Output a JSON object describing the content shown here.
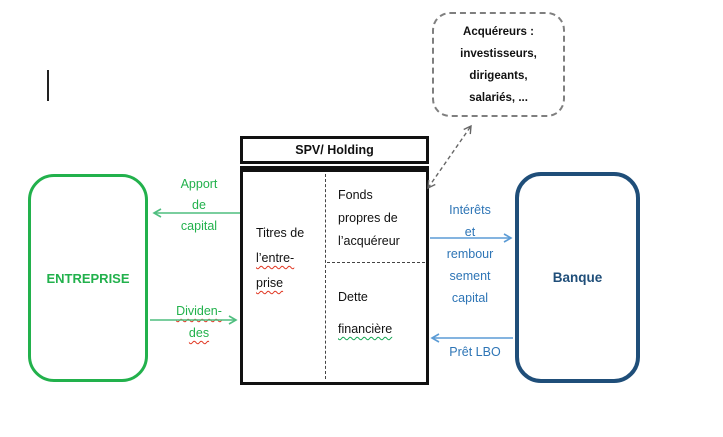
{
  "colors": {
    "green": "#22b14c",
    "green_arrow": "#4fbe7f",
    "navy": "#1f4e79",
    "blue_text": "#2e75b6",
    "blue_arrow": "#5b9bd5",
    "box_border": "#111111",
    "dashed_gray": "#7f7f7f",
    "spellcheck_red": "#e0341f",
    "grammar_green": "#12a551"
  },
  "entreprise": {
    "label": "ENTREPRISE"
  },
  "banque": {
    "label": "Banque"
  },
  "spv": {
    "title": "SPV/ Holding",
    "titres": {
      "line1": "Titres de",
      "line2": "l’entre-",
      "line3": "prise"
    },
    "fonds": {
      "line1": "Fonds",
      "line2": "propres de",
      "line3": "l’acquéreur"
    },
    "dette": {
      "line1": "Dette",
      "line2": "financière"
    }
  },
  "acquereurs": {
    "line1": "Acquéreurs :",
    "line2": "investisseurs,",
    "line3": "dirigeants,",
    "line4": "salariés, ..."
  },
  "flows": {
    "apport": {
      "line1": "Apport",
      "line2": "de",
      "line3": "capital"
    },
    "dividendes": {
      "line1": "Dividen-",
      "line2": "des"
    },
    "interets": {
      "line1": "Intérêts",
      "line2": "et",
      "line3": "rembour",
      "line4": "sement",
      "line5": "capital"
    },
    "pret_lbo": {
      "label": "Prêt LBO"
    }
  }
}
